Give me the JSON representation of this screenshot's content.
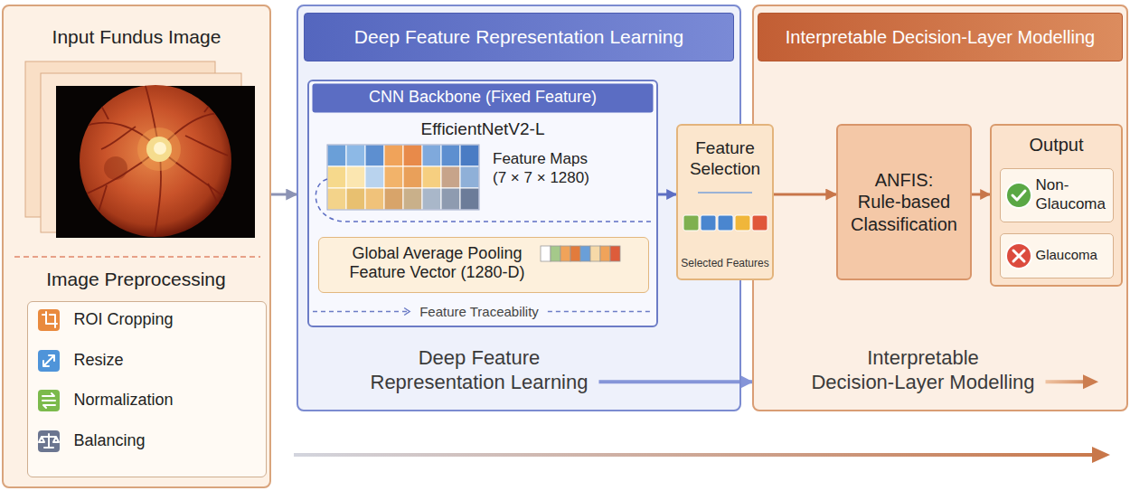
{
  "diagram": {
    "nodes": [
      {
        "text": [
          "Input Fundus Image"
        ]
      },
      {
        "text": [
          "Image Preprocessing",
          "ROI Cropping",
          "Resize",
          "Normalization",
          "Balancing"
        ],
        "in": 0
      },
      {
        "text": [
          "Deep Feature Representation Learning"
        ]
      },
      {
        "text": [
          "Deep Feature Representation Learning"
        ],
        "in": 2
      },
      {
        "text": [
          "CNN Backbone (Fixed Feature)",
          "EfficientNetV2-L",
          "Feature Maps (7 × 7 × 1280)",
          "Feature Traceability"
        ],
        "in": 2
      },
      {
        "text": [
          "Global Average Pooling Feature Vector (1280-D)"
        ],
        "in": 4
      },
      {
        "text": [
          "Interpretable Decision-Layer Modelling"
        ]
      },
      {
        "text": [
          "Interpretable Decision-Layer Modelling"
        ],
        "in": 6
      },
      {
        "text": [
          "Feature Selection",
          "Selected Features"
        ]
      },
      {
        "text": [
          "ANFIS: Rule-based Classification"
        ],
        "in": 6
      },
      {
        "text": [
          "Output"
        ],
        "in": 6
      },
      {
        "text": [
          "Non-Glaucoma"
        ],
        "in": 10
      },
      {
        "text": [
          "Glaucoma"
        ],
        "in": 10
      }
    ],
    "edges": [
      {
        "from": 0,
        "to": 2,
        "arrow": "to"
      },
      {
        "from": 4,
        "to": 8,
        "arrow": "to"
      },
      {
        "from": 8,
        "to": 9,
        "arrow": "to"
      },
      {
        "from": 9,
        "to": 10,
        "arrow": "to"
      },
      {
        "from": 2,
        "to": 6,
        "arrow": "to"
      }
    ]
  }
}
